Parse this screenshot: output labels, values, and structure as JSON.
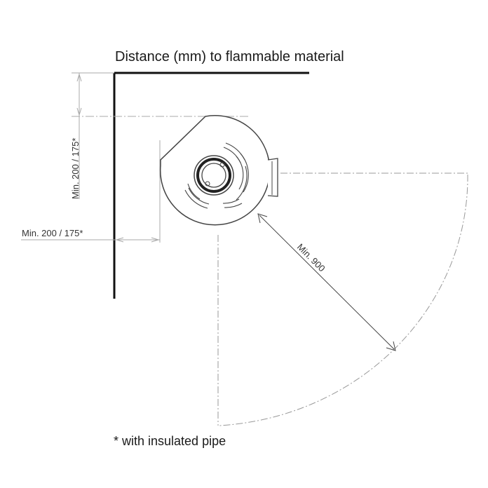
{
  "title": "Distance (mm) to flammable material",
  "dimensions": {
    "side_clearance": "Min. 200 / 175*",
    "rear_clearance": "Min. 200 / 175*",
    "front_clearance": "Min. 900"
  },
  "footnote": "* with insulated pipe",
  "colors": {
    "wall": "#111111",
    "line": "#444444",
    "dim": "#9a9a9a"
  }
}
